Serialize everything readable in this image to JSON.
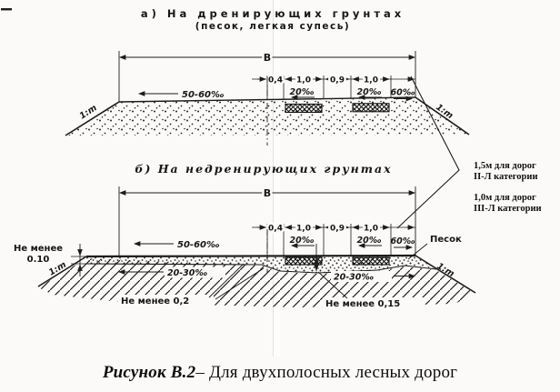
{
  "page": {
    "paper_color": "#fbfaf8",
    "ink_color": "#1c1c1c"
  },
  "section_a": {
    "title": "а) На дренирующих грунтах",
    "subtitle": "(песок, легкая супесь)",
    "width_label": "В",
    "dims": [
      "0,4",
      "1,0",
      "0,9",
      "1,0"
    ],
    "surface_slope": "50-60‰",
    "track_slope_left": "20‰",
    "track_slope_right": "20‰",
    "edge_slope": "60‰",
    "side_slope_left": "1:m",
    "side_slope_right": "1:m"
  },
  "section_b": {
    "title": "б) На недренирующих грунтах",
    "width_label": "В",
    "dims": [
      "0,4",
      "1,0",
      "0,9",
      "1,0"
    ],
    "surface_slope": "50-60‰",
    "track_slope_left": "20‰",
    "track_slope_right": "20‰",
    "edge_slope": "60‰",
    "side_slope_left": "1:m",
    "side_slope_right": "1:m",
    "bottom_slope_left": "20-30‰",
    "bottom_slope_right": "20-30‰",
    "min_edge_line1": "Не менее",
    "min_edge_line2": "0.10",
    "min_depth_left": "Не менее 0,2",
    "min_depth_center": "Не менее 0,15",
    "sand_label": "Песок"
  },
  "notes": {
    "n1_line1": "1,5м для дорог",
    "n1_line2": "II-Л категории",
    "n2_line1": "1,0м для дорог",
    "n2_line2": "III-Л категории"
  },
  "caption": {
    "label": "Рисунок В.2",
    "text": "– Для двухполосных лесных дорог"
  }
}
